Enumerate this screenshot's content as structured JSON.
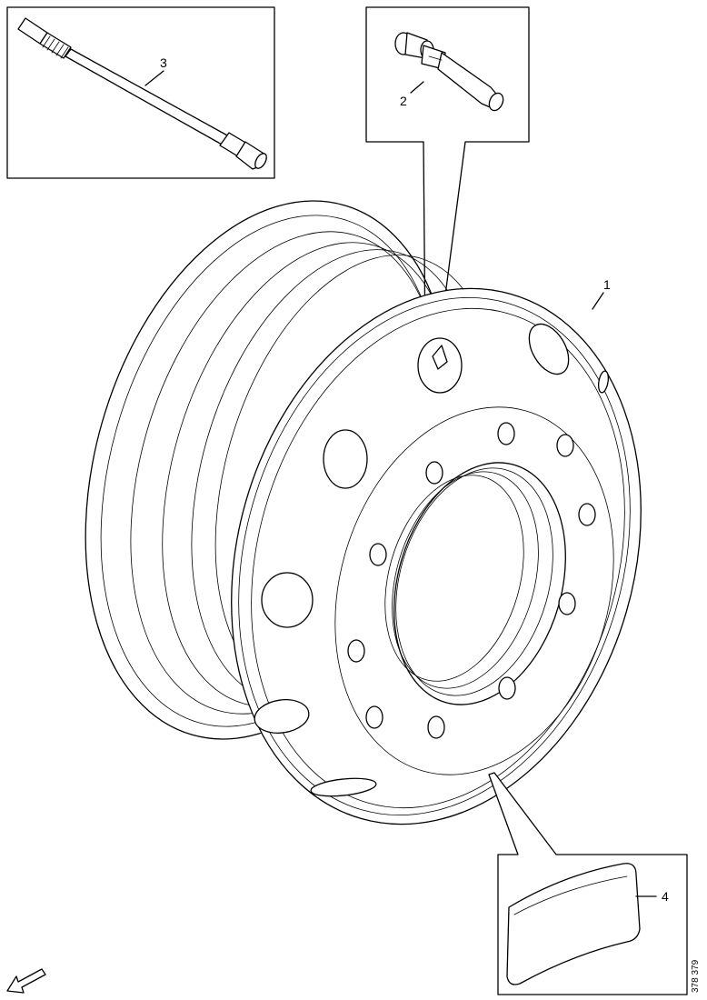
{
  "callouts": {
    "wheel_rim": "1",
    "valve": "2",
    "valve_extension": "3",
    "balance_weight": "4"
  },
  "reference_number": "378 379"
}
